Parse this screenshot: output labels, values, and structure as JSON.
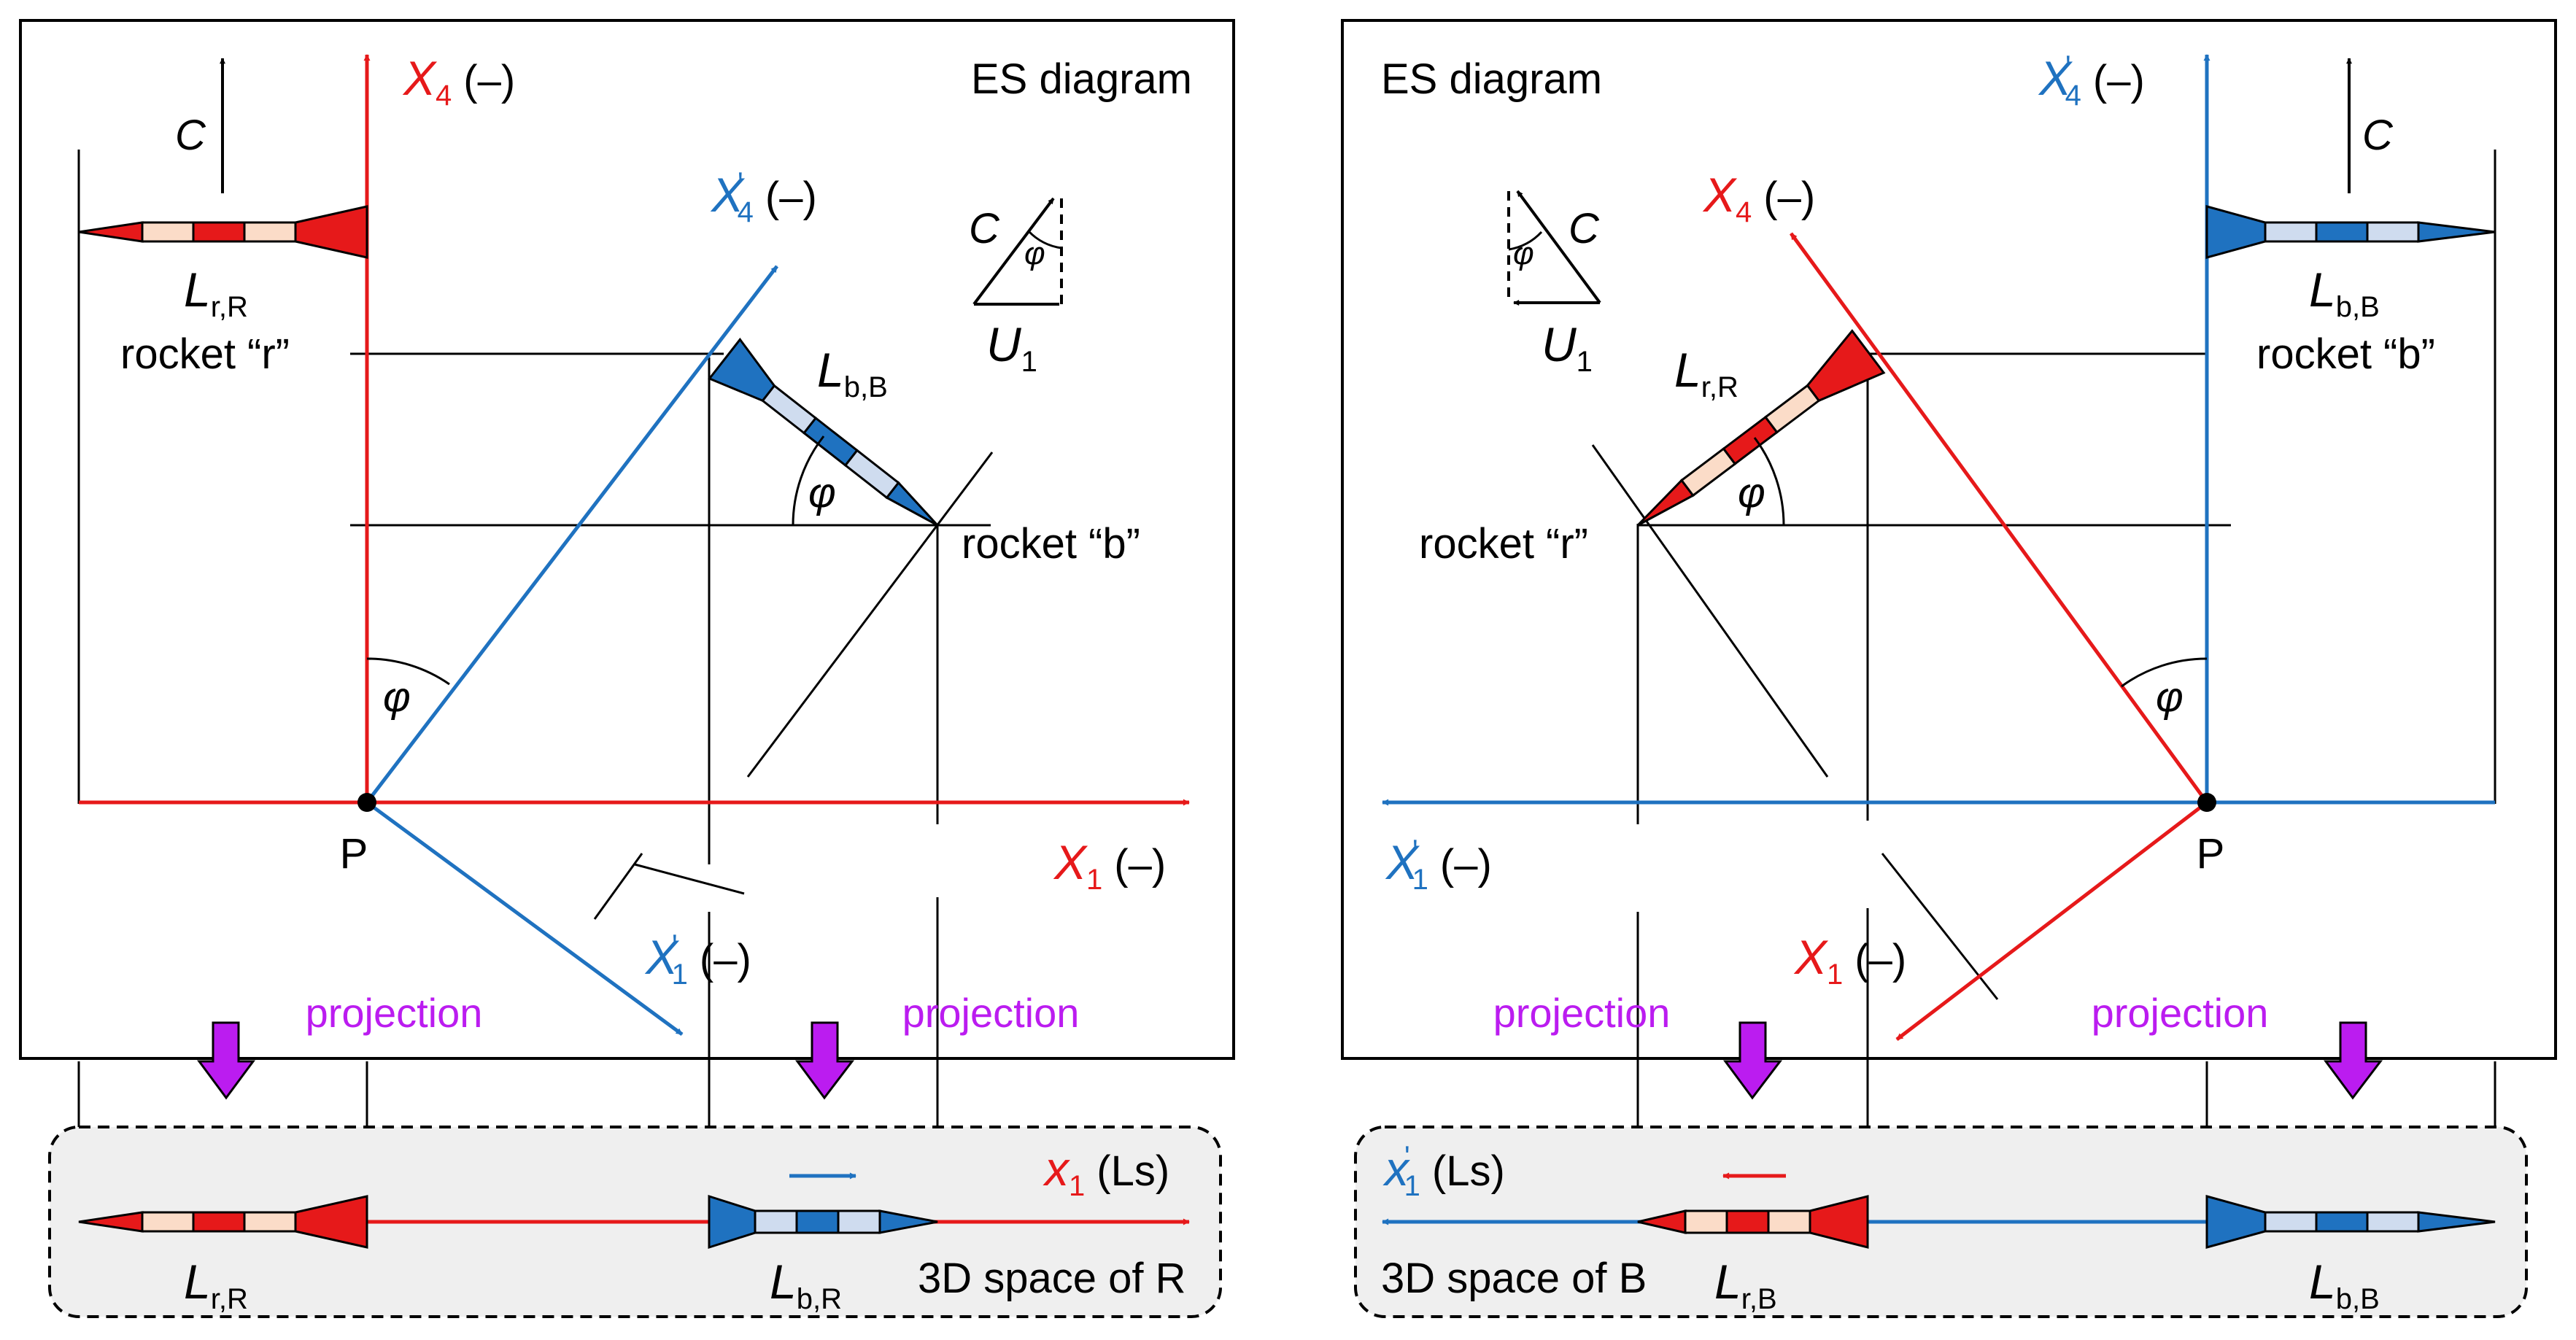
{
  "left": {
    "title": "ES diagram",
    "axis_x4": "X",
    "axis_x4_sub": "4",
    "axis_x4_unit": "(–)",
    "axis_x1": "X",
    "axis_x1_sub": "1",
    "axis_x1_unit": "(–)",
    "axis_x4p": "X",
    "axis_x4p_sub": "4",
    "axis_x4p_prime": "'",
    "axis_x4p_unit": "(–)",
    "axis_x1p": "X",
    "axis_x1p_sub": "1",
    "axis_x1p_prime": "'",
    "axis_x1p_unit": "(–)",
    "c_label": "C",
    "point": "P",
    "phi": "φ",
    "lrR_main": "L",
    "lrR_sub": "r,R",
    "rocket_r": "rocket “r”",
    "lbB_main": "L",
    "lbB_sub": "b,B",
    "rocket_b": "rocket “b”",
    "inset_c": "C",
    "inset_phi": "φ",
    "inset_u": "U",
    "inset_u_sub": "1",
    "projection_1": "projection",
    "projection_2": "projection",
    "space_axis": "x",
    "space_axis_sub": "1",
    "space_axis_unit": "(Ls)",
    "space_label": "3D space of R",
    "space_lrR_main": "L",
    "space_lrR_sub": "r,R",
    "space_lbR_main": "L",
    "space_lbR_sub": "b,R"
  },
  "right": {
    "title": "ES diagram",
    "axis_x4p": "X",
    "axis_x4p_sub": "4",
    "axis_x4p_prime": "'",
    "axis_x4p_unit": "(–)",
    "axis_x4": "X",
    "axis_x4_sub": "4",
    "axis_x4_unit": "(–)",
    "axis_x1p": "X",
    "axis_x1p_sub": "1",
    "axis_x1p_prime": "'",
    "axis_x1p_unit": "(–)",
    "axis_x1": "X",
    "axis_x1_sub": "1",
    "axis_x1_unit": "(–)",
    "c_label": "C",
    "point": "P",
    "phi": "φ",
    "lbB_main": "L",
    "lbB_sub": "b,B",
    "rocket_b": "rocket “b”",
    "lrR_main": "L",
    "lrR_sub": "r,R",
    "rocket_r": "rocket “r”",
    "inset_c": "C",
    "inset_phi": "φ",
    "inset_u": "U",
    "inset_u_sub": "1",
    "projection_1": "projection",
    "projection_2": "projection",
    "space_axis": "x",
    "space_axis_sub": "1",
    "space_axis_prime": "'",
    "space_axis_unit": "(Ls)",
    "space_label": "3D space of B",
    "space_lrB_main": "L",
    "space_lrB_sub": "r,B",
    "space_lbB_main": "L",
    "space_lbB_sub": "b,B"
  },
  "colors": {
    "red": "#e6191a",
    "blue": "#1f72c0",
    "red_light": "#fbdcc8",
    "blue_light": "#cfdcef",
    "projection": "#bb1cf0",
    "space_bg": "#efefef"
  }
}
